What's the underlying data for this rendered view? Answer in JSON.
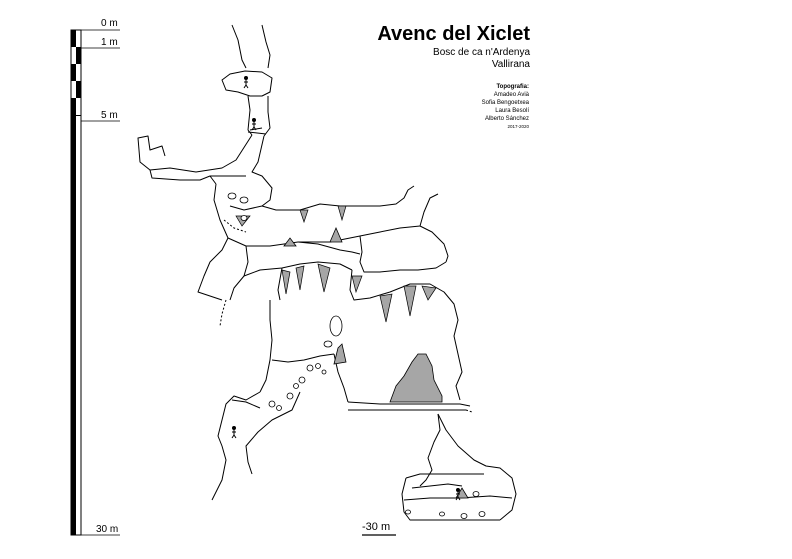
{
  "header": {
    "title": "Avenc del Xiclet",
    "location": "Bosc de ca n'Ardenya",
    "municipality": "Vallirana"
  },
  "credits": {
    "heading": "Topografia:",
    "names": [
      "Amadeo Avià",
      "Sofia Bengoetxea",
      "Laura Besolí",
      "Alberto Sánchez"
    ],
    "years": "2017-2020"
  },
  "scale": {
    "labels": [
      "0 m",
      "1 m",
      "5 m",
      "30 m"
    ],
    "min_m": 0,
    "max_m": 30
  },
  "depth_marker": {
    "label": "-30 m"
  },
  "colors": {
    "ink": "#000000",
    "rock_fill": "#a6a6a6",
    "background": "#ffffff"
  },
  "icons": [
    "caver-figure-icon",
    "boulder-icon",
    "stalactite-icon"
  ]
}
